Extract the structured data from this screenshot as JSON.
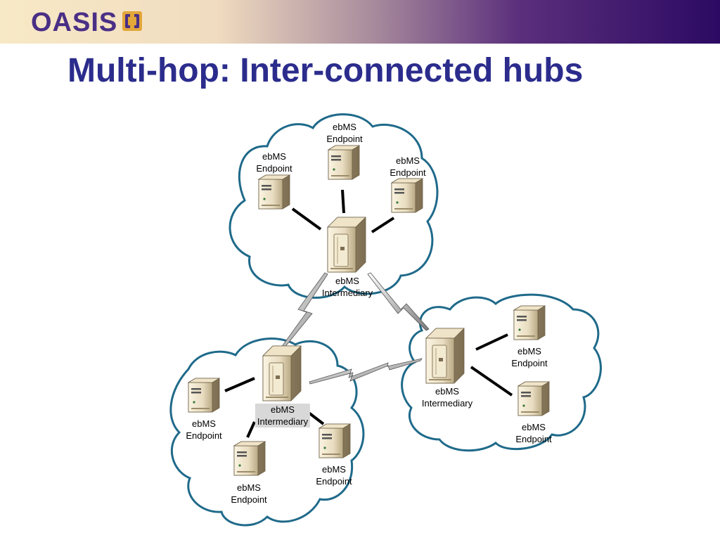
{
  "slide": {
    "logo_text": "OASIS",
    "title": "Multi-hop: Inter-connected hubs"
  },
  "colors": {
    "title": "#2b2c8c",
    "logo": "#4a2f86",
    "cloud_stroke": "#1f6a8a",
    "header_gradient_start": "#f8e9c6",
    "header_gradient_end": "#2c0a63"
  },
  "icons": [
    "oasis-logo-mark-icon",
    "server-icon",
    "server-tower-icon",
    "lightning-link-icon"
  ],
  "diagram": {
    "top_cloud": {
      "hub": "ebMS\nIntermediary",
      "endpoints": [
        "ebMS\nEndpoint",
        "ebMS\nEndpoint",
        "ebMS\nEndpoint"
      ]
    },
    "right_cloud": {
      "hub": "ebMS\nIntermediary",
      "endpoints": [
        "ebMS\nEndpoint",
        "ebMS\nEndpoint"
      ]
    },
    "left_cloud": {
      "hub": "ebMS\nIntermediary",
      "endpoints": [
        "ebMS\nEndpoint",
        "ebMS\nEndpoint",
        "ebMS\nEndpoint"
      ]
    }
  }
}
